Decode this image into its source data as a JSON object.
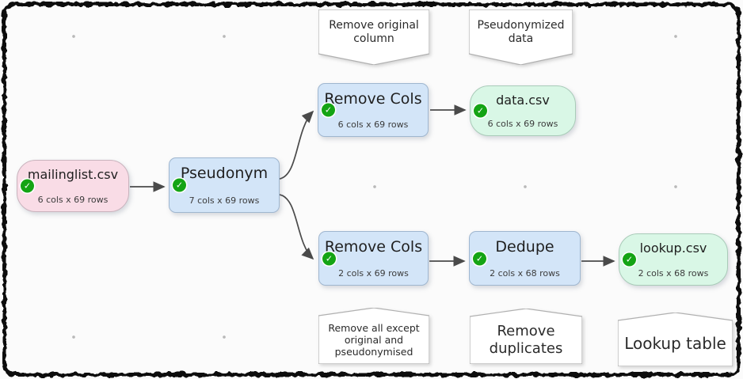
{
  "colors": {
    "canvas_bg": "#fbfbfb",
    "grid_dot": "#b9b9b9",
    "frame_border": "#0d0d0d",
    "input_file_fill": "#f9dce6",
    "transform_fill": "#d3e5f8",
    "output_file_fill": "#d9f7e6",
    "comment_fill": "#ffffff",
    "comment_border": "#b0b0b0",
    "connector": "#4a4a4a",
    "status_ok_green": "#14a414"
  },
  "icons": {
    "status_ok": "✓"
  },
  "nodes": [
    {
      "label": "mailinglist.csv",
      "meta": "6 cols x 69 rows",
      "kind": "input-file"
    },
    {
      "label": "Pseudonym",
      "meta": "7 cols x 69 rows",
      "kind": "transform"
    },
    {
      "label": "Remove Cols",
      "meta": "6 cols x 69 rows",
      "kind": "transform"
    },
    {
      "label": "data.csv",
      "meta": "6 cols x 69 rows",
      "kind": "output-file"
    },
    {
      "label": "Remove Cols",
      "meta": "2 cols x 69 rows",
      "kind": "transform"
    },
    {
      "label": "Dedupe",
      "meta": "2 cols x 68 rows",
      "kind": "transform"
    },
    {
      "label": "lookup.csv",
      "meta": "2 cols x 68 rows",
      "kind": "output-file"
    }
  ],
  "comments": [
    {
      "text": "Remove original column",
      "points": "down",
      "target": "Remove Cols (top)"
    },
    {
      "text": "Pseudonymized data",
      "points": "down",
      "target": "data.csv"
    },
    {
      "text": "Remove all except original and pseudonymised",
      "points": "up",
      "target": "Remove Cols (bottom)"
    },
    {
      "text": "Remove duplicates",
      "points": "up",
      "target": "Dedupe"
    },
    {
      "text": "Lookup table",
      "points": "up",
      "target": "lookup.csv"
    }
  ],
  "connections": [
    {
      "from": "mailinglist.csv",
      "to": "Pseudonym"
    },
    {
      "from": "Pseudonym",
      "to": "Remove Cols (top)"
    },
    {
      "from": "Pseudonym",
      "to": "Remove Cols (bottom)"
    },
    {
      "from": "Remove Cols (top)",
      "to": "data.csv"
    },
    {
      "from": "Remove Cols (bottom)",
      "to": "Dedupe"
    },
    {
      "from": "Dedupe",
      "to": "lookup.csv"
    }
  ]
}
